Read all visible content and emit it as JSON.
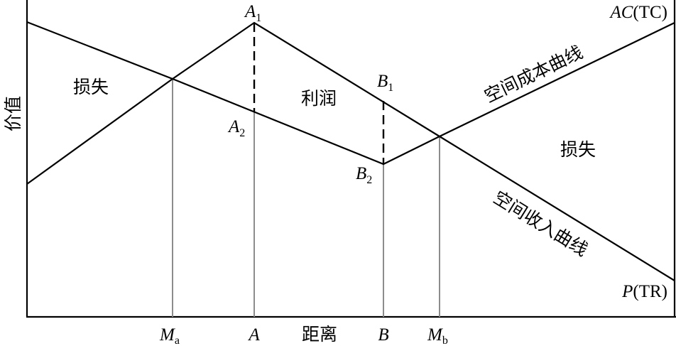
{
  "axes": {
    "y_label": "价值",
    "x_label": "距离"
  },
  "curves": {
    "cost": {
      "label": "空间成本曲线",
      "symbol": "AC",
      "paren": "(TC)"
    },
    "revenue": {
      "label": "空间收入曲线",
      "symbol": "P",
      "paren": "(TR)"
    }
  },
  "regions": {
    "loss_left": "损失",
    "profit": "利润",
    "loss_right": "损失"
  },
  "points": {
    "A1": {
      "letter": "A",
      "sub": "1"
    },
    "A2": {
      "letter": "A",
      "sub": "2"
    },
    "B1": {
      "letter": "B",
      "sub": "1"
    },
    "B2": {
      "letter": "B",
      "sub": "2"
    }
  },
  "ticks": {
    "Ma": {
      "letter": "M",
      "sub": "a"
    },
    "A": {
      "letter": "A"
    },
    "B": {
      "letter": "B"
    },
    "Mb": {
      "letter": "M",
      "sub": "b"
    }
  }
}
